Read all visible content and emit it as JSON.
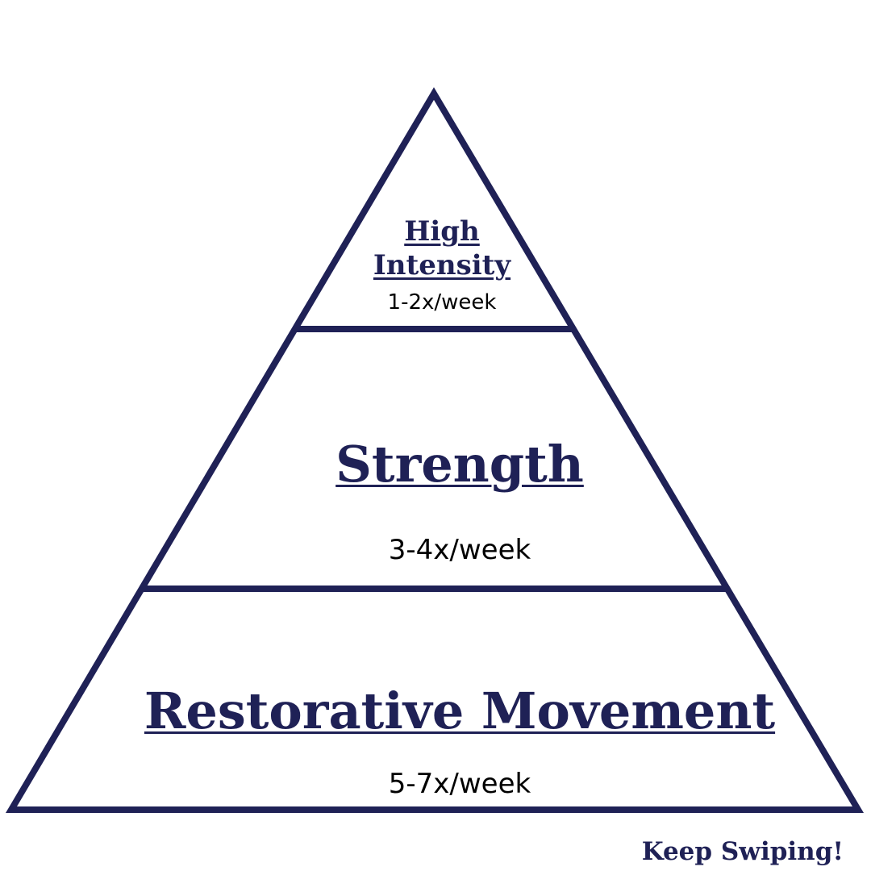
{
  "colors": {
    "outline": "#1f2156",
    "title_text": "#1f2156",
    "frequency_text": "#000000",
    "background": "#ffffff"
  },
  "pyramid": {
    "tiers": [
      {
        "title": "High Intensity",
        "frequency": "1-2x/week"
      },
      {
        "title": "Strength",
        "frequency": "3-4x/week"
      },
      {
        "title": "Restorative Movement",
        "frequency": "5-7x/week"
      }
    ]
  },
  "footer": {
    "cta": "Keep Swiping!"
  }
}
